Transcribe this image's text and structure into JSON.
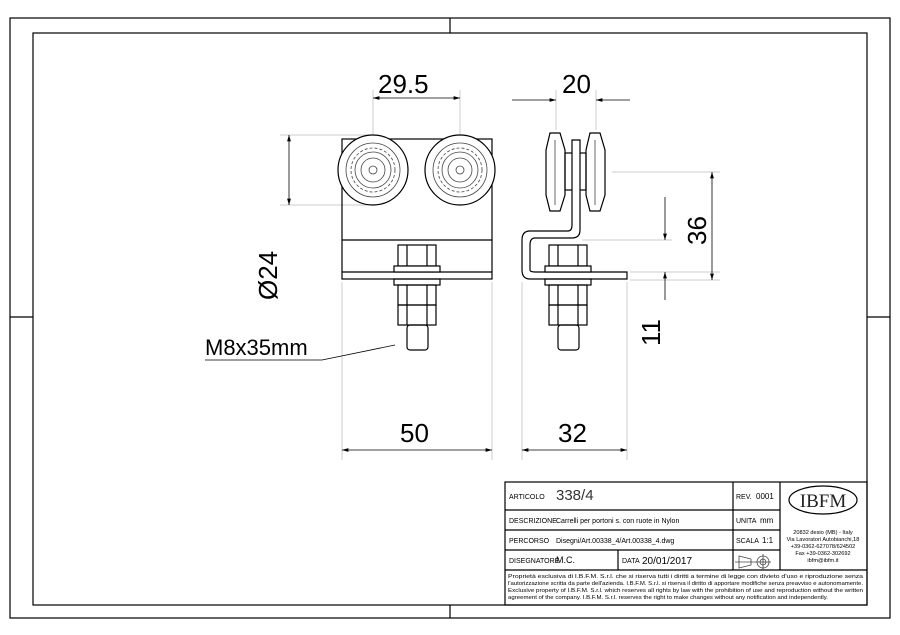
{
  "dimensions": {
    "wheel_spacing": "29.5",
    "side_width": "20",
    "wheel_diameter": "Ø24",
    "height_36": "36",
    "height_11": "11",
    "base_width": "50",
    "side_base_width": "32",
    "bolt": "M8x35mm"
  },
  "title_block": {
    "articolo_label": "ARTICOLO",
    "articolo": "338/4",
    "rev_label": "REV.",
    "rev": "0001",
    "descrizione_label": "DESCRIZIONE",
    "descrizione": "Carrelli per portoni s. con ruote in Nylon",
    "unita_label": "UNITA",
    "unita": "mm",
    "percorso_label": "PERCORSO",
    "percorso": "Disegni/Art.00338_4/Art.00338_4.dwg",
    "scala_label": "SCALA",
    "scala": "1:1",
    "disegnatore_label": "DISEGNATORE",
    "disegnatore": "M.C.",
    "data_label": "DATA",
    "data": "20/01/2017",
    "logo": "IBFM",
    "address": [
      "20832 desio (MB) - Italy",
      "Via Lavoratori Autobianchi,18",
      "+39-0362-627078/624502",
      "Fax +39-0362-302692",
      "ibfm@ibfm.it"
    ],
    "disclaimer": [
      "Proprietà esclusiva di I.B.F.M. S.r.l. che si riserva tutti i diritti a termine di legge con divieto d'uso e riproduzione senza",
      "l'autorizzazione scritta da parte dell'azienda. I.B.F.M. S.r.l. si riserva il diritto di apportare modifiche senza preavviso e autonomamente.",
      "Exclusive property of I.B.F.M. S.r.l. which reserves all rights by law with the prohibition of use and reproduction without the written",
      "agreement of the company. I.B.F.M. S.r.l. reserves the right to make changes without any notification and independently."
    ]
  }
}
